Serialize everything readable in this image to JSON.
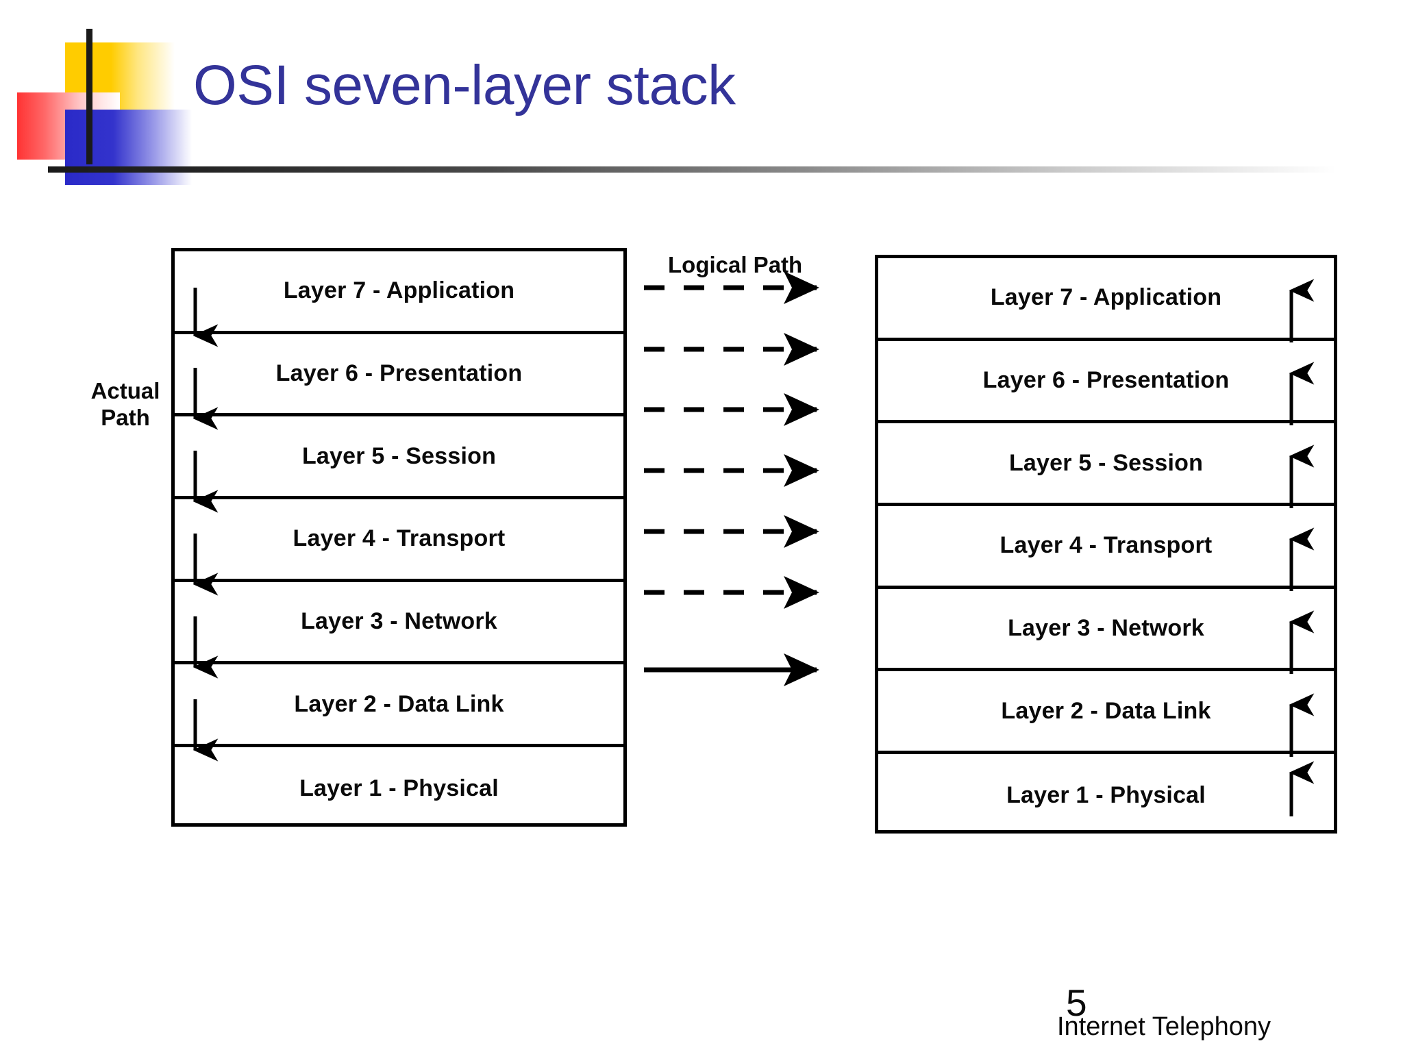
{
  "slide": {
    "title": "OSI seven-layer stack",
    "title_color": "#333399",
    "page_number": "5",
    "footer_text": "Internet Telephony"
  },
  "diagram": {
    "left_side_label": "Actual\nPath",
    "left_side_label_line1": "Actual",
    "left_side_label_line2": "Path",
    "middle_label": "Logical Path",
    "left_stack": {
      "layers": [
        {
          "label": "Layer 7 - Application"
        },
        {
          "label": "Layer 6 - Presentation"
        },
        {
          "label": "Layer 5 - Session"
        },
        {
          "label": "Layer 4 - Transport"
        },
        {
          "label": "Layer 3 - Network"
        },
        {
          "label": "Layer 2 - Data Link"
        },
        {
          "label": "Layer 1 - Physical"
        }
      ]
    },
    "right_stack": {
      "layers": [
        {
          "label": "Layer 7 - Application"
        },
        {
          "label": "Layer 6 - Presentation"
        },
        {
          "label": "Layer 5 - Session"
        },
        {
          "label": "Layer 4 - Transport"
        },
        {
          "label": "Layer 3 - Network"
        },
        {
          "label": "Layer 2 - Data Link"
        },
        {
          "label": "Layer 1 - Physical"
        }
      ]
    },
    "middle_arrows": [
      {
        "style": "dashed",
        "at_layer": "Layer 7 - Application"
      },
      {
        "style": "dashed",
        "at_layer": "Layer 6 - Presentation"
      },
      {
        "style": "dashed",
        "at_layer": "Layer 5 - Session"
      },
      {
        "style": "dashed",
        "at_layer": "Layer 4 - Transport"
      },
      {
        "style": "dashed",
        "at_layer": "Layer 3 - Network"
      },
      {
        "style": "dashed",
        "at_layer": "Layer 2 - Data Link"
      },
      {
        "style": "solid",
        "at_layer": "Layer 1 - Physical"
      }
    ],
    "left_arrow_direction": "down",
    "right_arrow_direction": "up"
  },
  "logo": {
    "yellow": "#FFCC00",
    "red": "#FF3333",
    "blue": "#3333CC",
    "cross": "#1a1a1a"
  }
}
